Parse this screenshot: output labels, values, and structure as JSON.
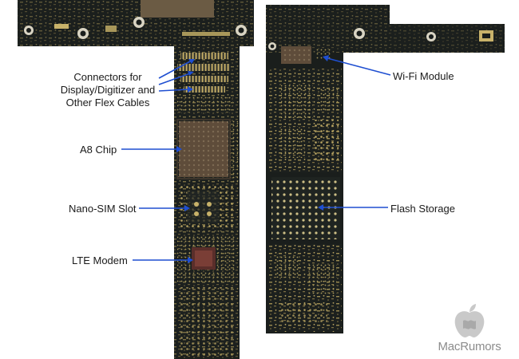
{
  "labels": {
    "connectors": "Connectors for\nDisplay/Digitizer and\nOther Flex Cables",
    "a8_chip": "A8 Chip",
    "nano_sim": "Nano-SIM Slot",
    "lte_modem": "LTE Modem",
    "wifi_module": "Wi-Fi Module",
    "flash_storage": "Flash Storage"
  },
  "watermark": {
    "text": "MacRumors"
  },
  "colors": {
    "arrow": "#1f4fd1",
    "board_dark": "#1a1e1c",
    "board_trace": "#2a302c",
    "gold": "#c8b26a",
    "gold_dim": "#8a7a48",
    "chip": "#6e5a44",
    "watermark": "#8c8c8c"
  }
}
